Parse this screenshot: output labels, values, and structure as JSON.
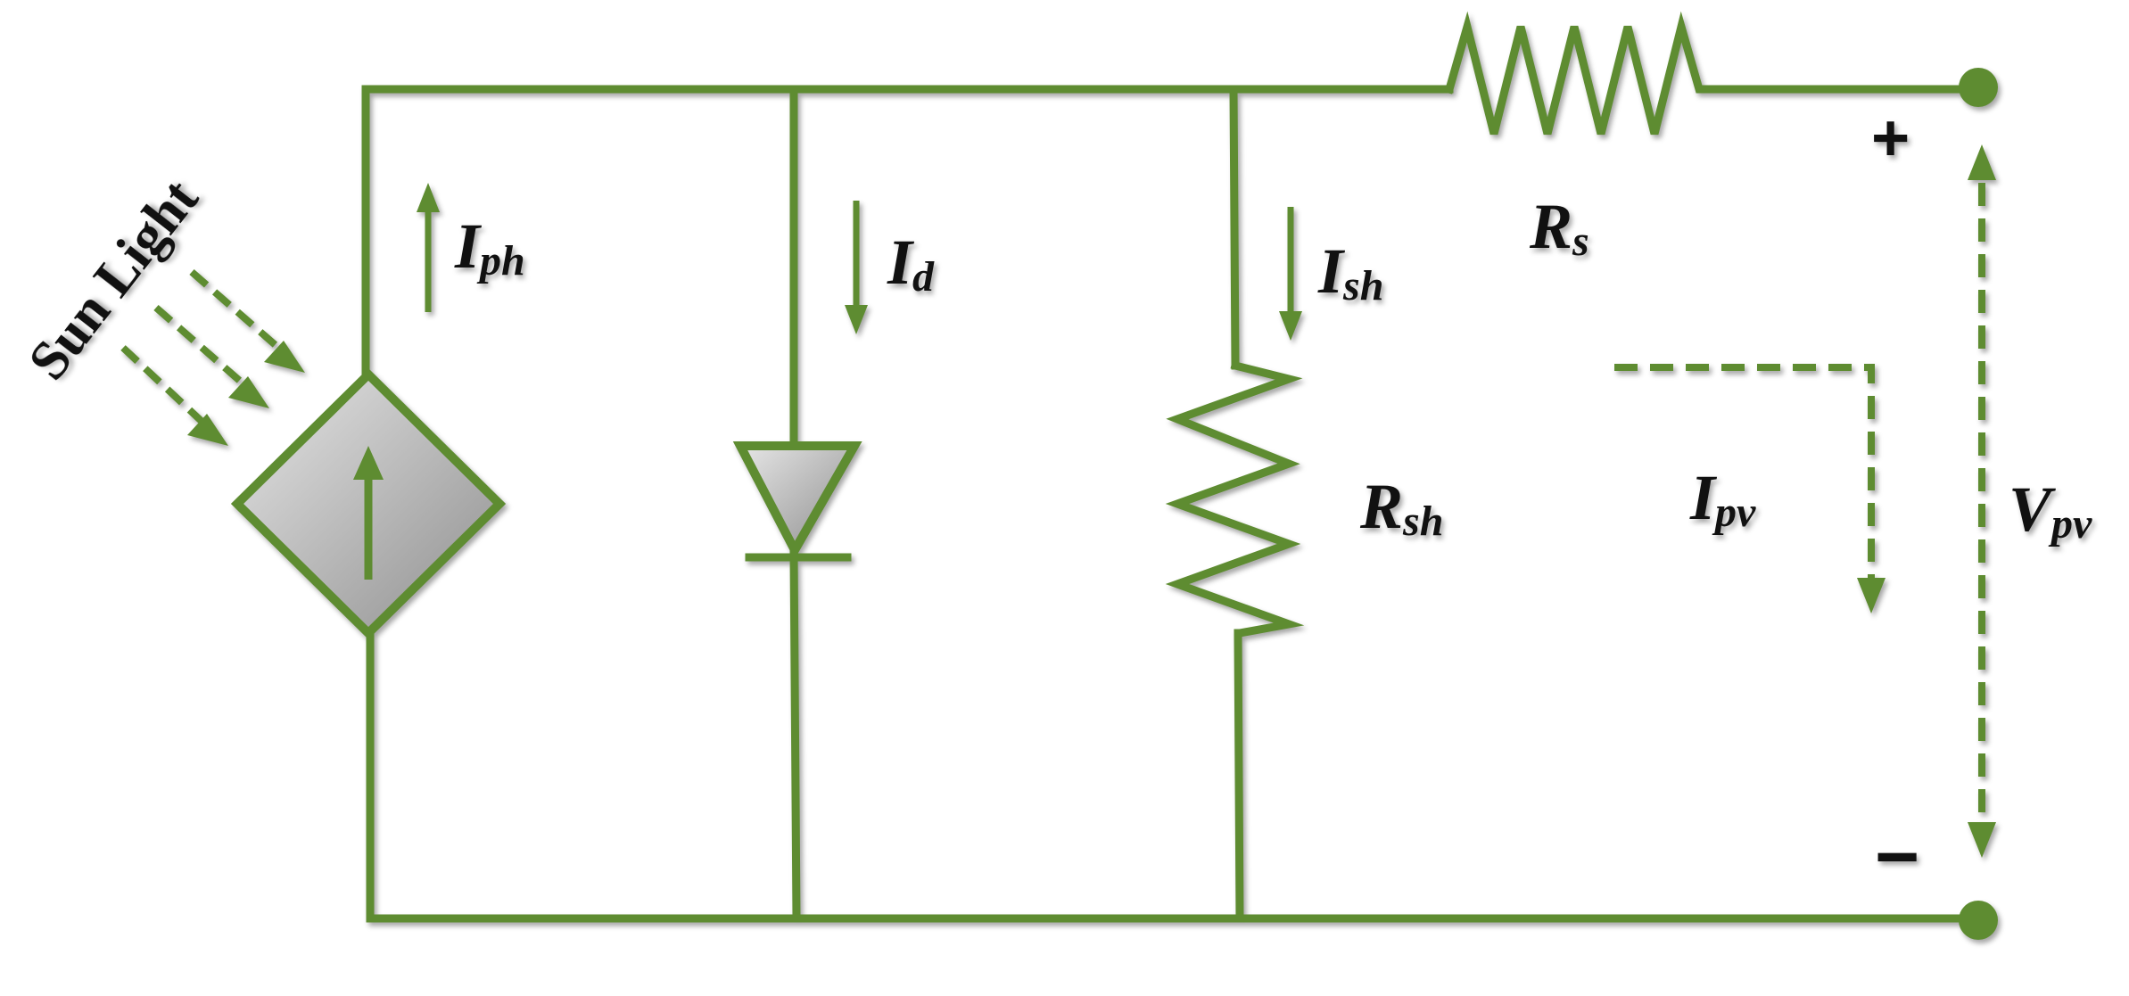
{
  "source_label": "Sun Light",
  "labels": {
    "iph": {
      "main": "I",
      "sub": "ph"
    },
    "id": {
      "main": "I",
      "sub": "d"
    },
    "ish": {
      "main": "I",
      "sub": "sh"
    },
    "rs": {
      "main": "R",
      "sub": "s"
    },
    "rsh": {
      "main": "R",
      "sub": "sh"
    },
    "ipv": {
      "main": "I",
      "sub": "pv"
    },
    "vpv": {
      "main": "V",
      "sub": "pv"
    }
  },
  "plus_sign": "+",
  "minus_sign": "−",
  "colors": {
    "wire": "#5e8c31",
    "component_fill": "#bfbfbf",
    "text": "#111111"
  }
}
